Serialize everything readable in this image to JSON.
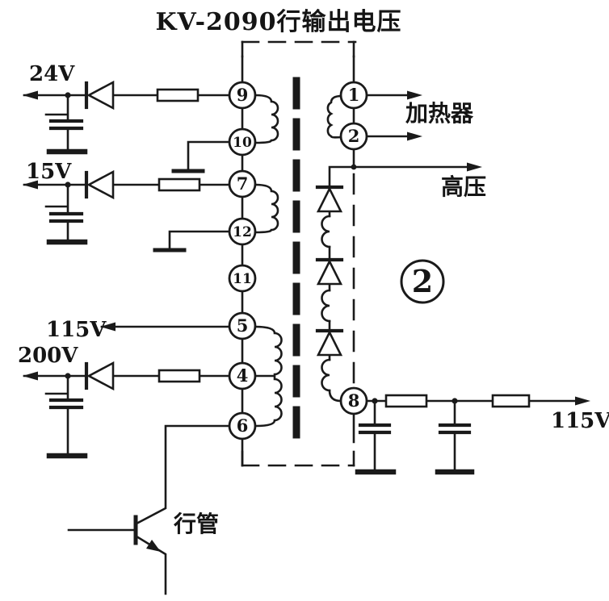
{
  "title": "KV-2090行输出电压",
  "figure_badge": "2",
  "rails": {
    "v24": "24V",
    "v15": "15V",
    "v115_left": "115V",
    "v200": "200V",
    "v115_right": "115V"
  },
  "outputs": {
    "heater": "加热器",
    "high_voltage": "高压"
  },
  "transistor_label": "行管",
  "terminals": {
    "t9": "9",
    "t10": "10",
    "t7": "7",
    "t12": "12",
    "t11": "11",
    "t5": "5",
    "t4": "4",
    "t6": "6",
    "t1": "1",
    "t2": "2",
    "t8": "8"
  },
  "colors": {
    "ink": "#1a1a1a",
    "background": "#ffffff"
  }
}
